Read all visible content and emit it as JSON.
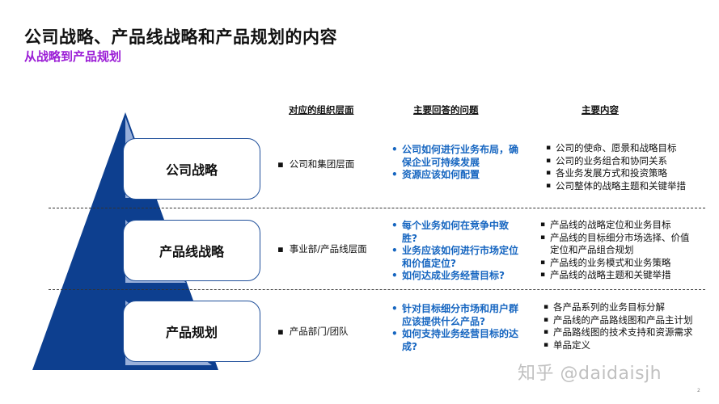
{
  "header": {
    "title": "公司战略、产品线战略和产品规划的内容",
    "subtitle": "从战略到产品规划"
  },
  "columns": {
    "org": "对应的组织层面",
    "questions": "主要回答的问题",
    "contents": "主要内容"
  },
  "rows": [
    {
      "level": "公司战略",
      "org": "公司和集团层面",
      "questions": [
        "公司如何进行业务布局，确保企业可持续发展",
        "资源应该如何配置"
      ],
      "contents": [
        "公司的使命、愿景和战略目标",
        "公司的业务组合和协同关系",
        "各业务发展方式和投资策略",
        "公司整体的战略主题和关键举措"
      ]
    },
    {
      "level": "产品线战略",
      "org": "事业部/产品线层面",
      "questions": [
        "每个业务如何在竞争中致胜?",
        "业务应该如何进行市场定位和价值定位?",
        "如何达成业务经营目标?"
      ],
      "contents": [
        "产品线的战略定位和业务目标",
        "产品线的目标细分市场选择、价值定位和产品组合规划",
        "产品线的业务模式和业务策略",
        "产品线的战略主题和关键举措"
      ]
    },
    {
      "level": "产品规划",
      "org": "产品部门/团队",
      "questions": [
        "针对目标细分市场和用户群应该提供什么产品?",
        "如何支持业务经营目标的达成?"
      ],
      "contents": [
        "各产品系列的业务目标分解",
        "产品线的产品路线图和产品主计划",
        "产品路线图的技术支持和资源需求",
        "单品定义"
      ]
    }
  ],
  "watermark": "知乎 @daidaisjh",
  "page_number": "2",
  "colors": {
    "pyramid_dark": "#0d3f8f",
    "pyramid_light": "#9fb4de",
    "question_text": "#1565c0",
    "subtitle": "#9b1dd6"
  }
}
